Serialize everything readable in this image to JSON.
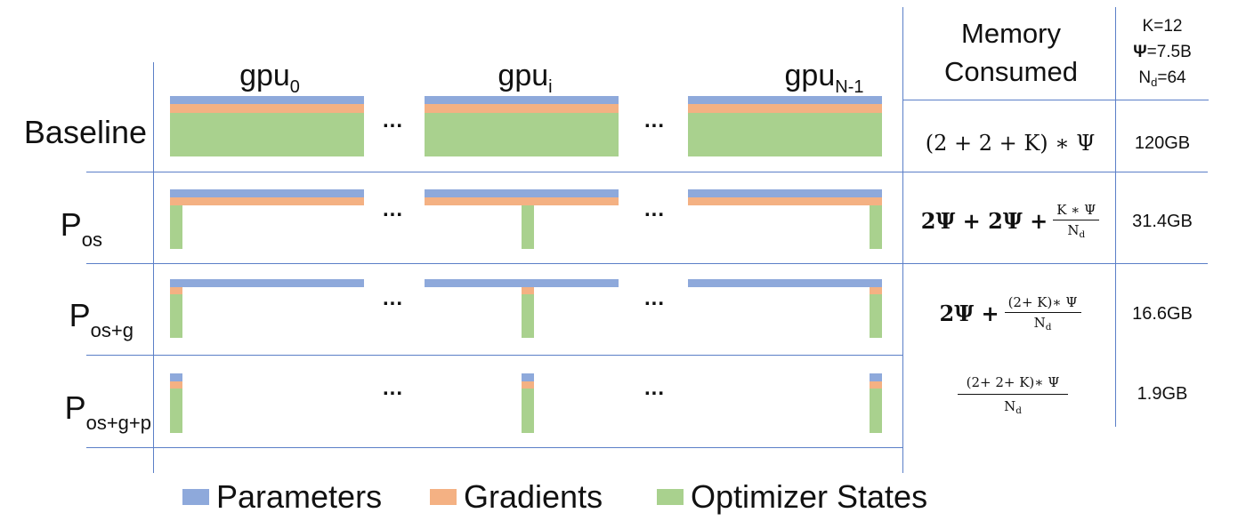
{
  "colors": {
    "parameters": "#8ea9db",
    "gradients": "#f4b183",
    "optimizer": "#a9d18e",
    "lines": "#5b7fc7"
  },
  "gpus": [
    {
      "base": "gpu",
      "sub": "0"
    },
    {
      "base": "gpu",
      "sub": "i"
    },
    {
      "base": "gpu",
      "sub": "N-1"
    }
  ],
  "ellipsis": "...",
  "rows": [
    {
      "label": "Baseline",
      "label_sub": "",
      "memory": "120GB"
    },
    {
      "label": "P",
      "label_sub": "os",
      "memory": "31.4GB"
    },
    {
      "label": "P",
      "label_sub": "os+g",
      "memory": "16.6GB"
    },
    {
      "label": "P",
      "label_sub": "os+g+p",
      "memory": "1.9GB"
    }
  ],
  "formulas": {
    "baseline": "(2 + 2 + K) ∗ Ψ",
    "pos_prefix": "2Ψ + 2Ψ +",
    "pos_num": "K ∗ Ψ",
    "pos_den": "N",
    "pos_den_sub": "d",
    "posg_prefix": "2Ψ +",
    "posg_num": "(2+ K)∗ Ψ",
    "posg_den": "N",
    "posg_den_sub": "d",
    "posgp_num": "(2+ 2+ K)∗ Ψ",
    "posgp_den": "N",
    "posgp_den_sub": "d"
  },
  "header": {
    "memory_line1": "Memory",
    "memory_line2": "Consumed"
  },
  "constants": {
    "k": "K=12",
    "psi_sym": "Ψ",
    "psi_val": "=7.5B",
    "nd_base": "N",
    "nd_sub": "d",
    "nd_val": "=64"
  },
  "legend": [
    "Parameters",
    "Gradients",
    "Optimizer States"
  ]
}
